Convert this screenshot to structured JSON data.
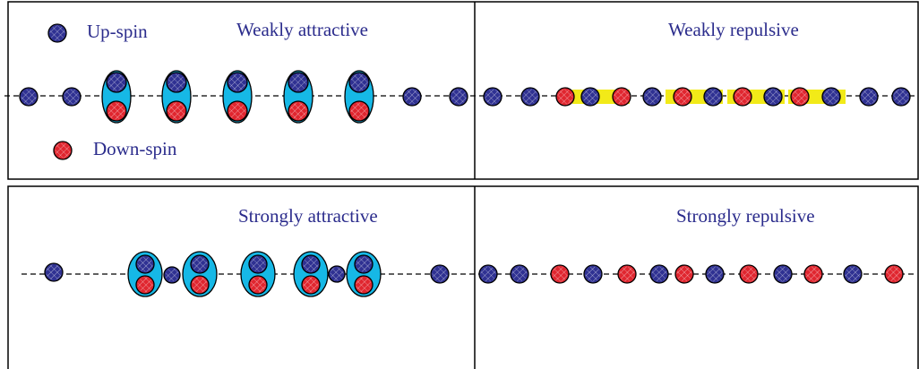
{
  "colors": {
    "text": "#2b2c8c",
    "up_spin": "#2f3192",
    "down_spin": "#e0262f",
    "pair_bubble": "#16b8e6",
    "repulsive_bond": "#f2ea18",
    "dashed_line": "#000000",
    "frame": "#000000"
  },
  "legend": {
    "up_spin_label": "Up-spin",
    "down_spin_label": "Down-spin"
  },
  "panels": {
    "weakly_attractive": {
      "title": "Weakly attractive"
    },
    "weakly_repulsive": {
      "title": "Weakly repulsive"
    },
    "strongly_attractive": {
      "title": "Strongly attractive"
    },
    "strongly_repulsive": {
      "title": "Strongly repulsive"
    }
  },
  "icons": {
    "up_spin": "up-spin-particle-icon",
    "down_spin": "down-spin-particle-icon"
  }
}
